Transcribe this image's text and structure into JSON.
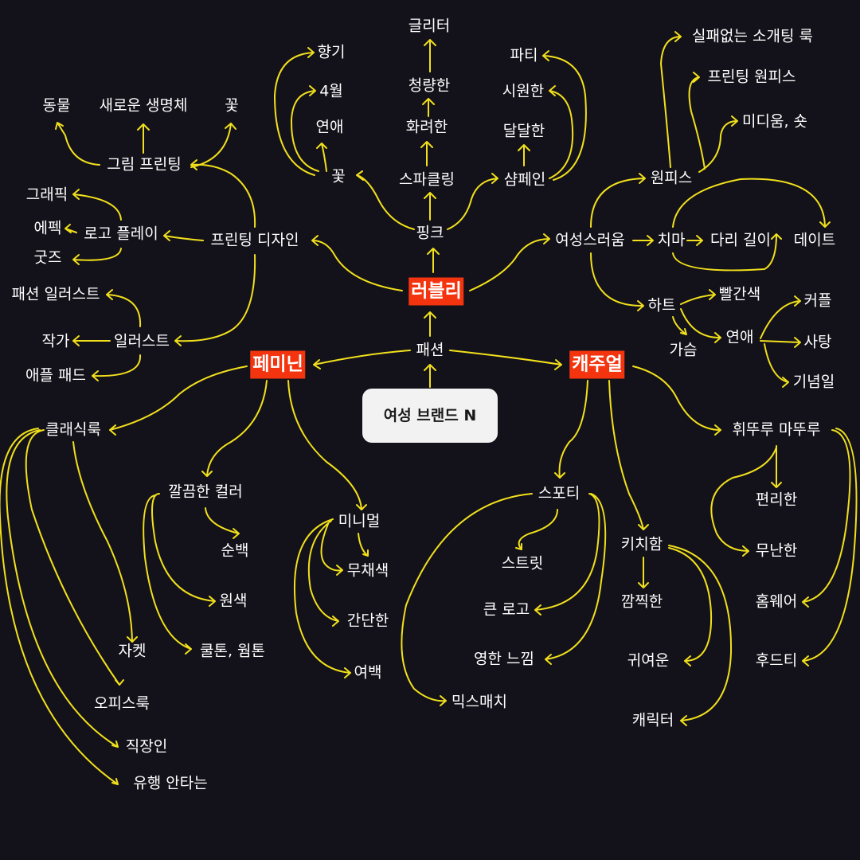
{
  "colors": {
    "background": "#13121a",
    "edge": "#f2e01c",
    "highlight": "#f3340f",
    "root_box": "#f2f2f2",
    "text": "#ffffff"
  },
  "nodes": {
    "root": "여성 브랜드 N",
    "fashion": "패션",
    "lovely": "러블리",
    "feminine": "페미닌",
    "casual": "캐주얼",
    "pink": "핑크",
    "sparkling": "스파클링",
    "champagne": "샴페인",
    "flower_top": "꽃",
    "fancy": "화려한",
    "refreshing": "청량한",
    "glitter": "글리터",
    "sweet": "달달한",
    "cool": "시원한",
    "party": "파티",
    "romance_top": "연애",
    "april": "4월",
    "scent": "향기",
    "print_design": "프린팅 디자인",
    "drawing_print": "그림 프린팅",
    "animal": "동물",
    "new_creature": "새로운 생명체",
    "flower_left": "꽃",
    "logo_play": "로고 플레이",
    "graphic": "그래픽",
    "epec": "에펙",
    "goods": "굿즈",
    "illust": "일러스트",
    "fashion_illust": "패션 일러스트",
    "writer": "작가",
    "apple_pad": "애플 패드",
    "femininity": "여성스러움",
    "onepiece": "원피스",
    "blind_date": "실패없는 소개팅 룩",
    "print_onepiece": "프린팅 원피스",
    "midi_short": "미디움, 숏",
    "skirt": "치마",
    "leg_length": "다리  길이",
    "date": "데이트",
    "heart": "하트",
    "red": "빨간색",
    "chest": "가슴",
    "romance_right": "연애",
    "couple": "커플",
    "candy": "사탕",
    "anniversary": "기념일",
    "classic": "클래식룩",
    "jacket": "자켓",
    "office": "오피스룩",
    "worker": "직장인",
    "timeless": "유행 안타는",
    "clean_color": "깔끔한 컬러",
    "pure_white": "순백",
    "primary": "원색",
    "cool_warm": "쿨톤, 웜톤",
    "minimal": "미니멀",
    "achromatic": "무채색",
    "simple": "간단한",
    "blank": "여백",
    "sporty": "스포티",
    "street": "스트릿",
    "big_logo": "큰 로고",
    "young": "영한 느낌",
    "mix_match": "믹스매치",
    "kitsch": "키치함",
    "startling": "깜찍한",
    "cute": "귀여운",
    "character": "캐릭터",
    "casual_throw": "휘뚜루 마뚜루",
    "comfy": "편리한",
    "plain": "무난한",
    "homewear": "홈웨어",
    "hoodie": "후드티"
  }
}
